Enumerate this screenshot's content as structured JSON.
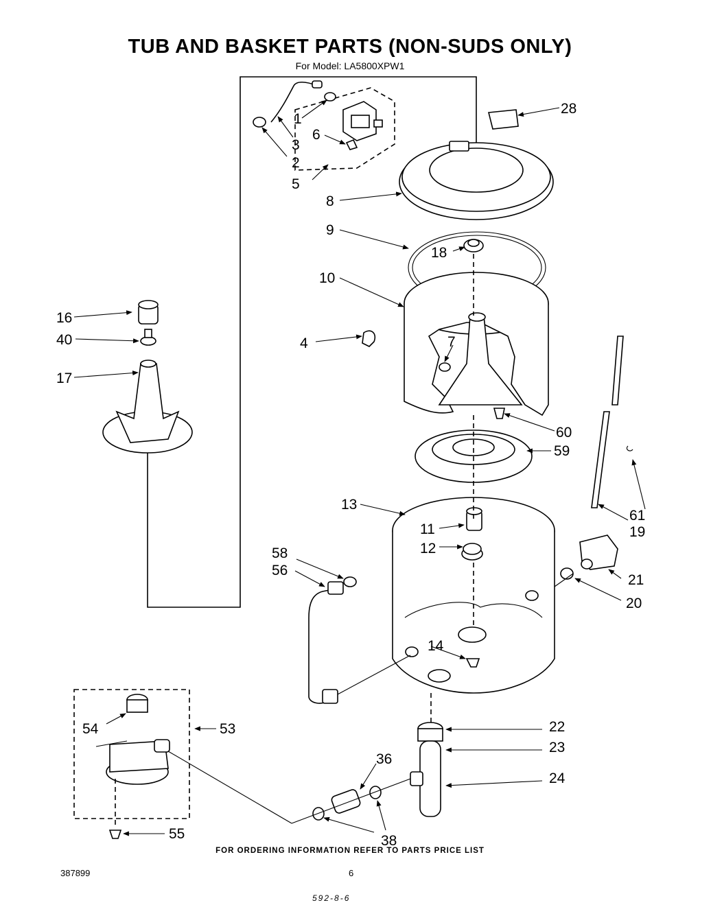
{
  "title": "TUB AND BASKET PARTS (NON-SUDS ONLY)",
  "subtitle": "For Model: LA5800XPW1",
  "footer_note": "FOR ORDERING INFORMATION REFER TO PARTS PRICE LIST",
  "doc_number": "387899",
  "page_number": "6",
  "scrawl": "592-8-6",
  "callouts": {
    "c1": "1",
    "c2": "2",
    "c3": "3",
    "c4": "4",
    "c5": "5",
    "c6": "6",
    "c7": "7",
    "c8": "8",
    "c9": "9",
    "c10": "10",
    "c11": "11",
    "c12": "12",
    "c13": "13",
    "c14": "14",
    "c16": "16",
    "c17": "17",
    "c18": "18",
    "c19": "19",
    "c20": "20",
    "c21": "21",
    "c22": "22",
    "c23": "23",
    "c24": "24",
    "c28": "28",
    "c36": "36",
    "c38": "38",
    "c40": "40",
    "c53": "53",
    "c54": "54",
    "c55": "55",
    "c56": "56",
    "c58": "58",
    "c59": "59",
    "c60": "60",
    "c61": "61"
  }
}
